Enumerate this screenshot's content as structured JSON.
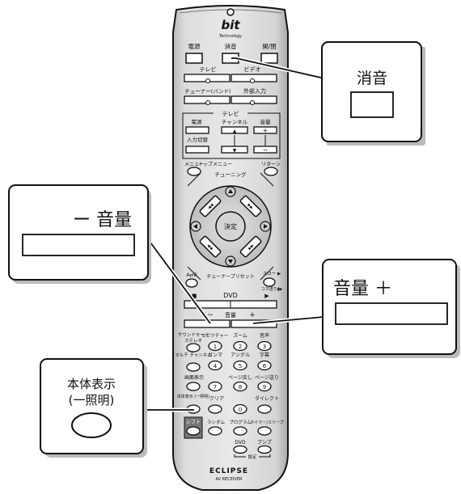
{
  "remote": {
    "brand_logo": "bit",
    "brand_sub": "Technology",
    "btn_power": "電源",
    "btn_mute": "消音",
    "btn_open_close": "開/閉",
    "btn_tv": "テレビ",
    "btn_video": "ビデオ",
    "btn_tuner_band": "チューナー(バンド)",
    "btn_external_input": "外部入力",
    "tv_section": "テレビ",
    "tv_power": "電源",
    "tv_channel": "チャンネル",
    "tv_volume": "音量",
    "tv_input_switch": "入力切替",
    "plus": "+",
    "minus": "−",
    "up_arrow": "▲",
    "down_arrow": "▼",
    "menu": "メニュー",
    "top_menu": "トップメニュー",
    "return": "リターン",
    "tuning": "チューニング",
    "enter": "決定",
    "a_to_b": "A⇄B",
    "tuner_preset": "チューナープリセット",
    "slow": "スロー ▶",
    "frame_advance": "コマ送り▮▶",
    "dvd": "DVD",
    "stop_icon": "■",
    "play_icon": "▶",
    "volume_label": "音量",
    "sound_mode": "サウンドモード",
    "stereo": "ステレオ",
    "s_picture": "S.ピクチャー",
    "zoom": "ズーム",
    "audio": "音声",
    "multi_channel": "マルチ チャンネル",
    "gamma": "ガンマ",
    "angle": "アングル",
    "subtitle": "字幕",
    "screen_display": "画面表示",
    "page_back": "ページ戻し",
    "page_forward": "ページ送り",
    "main_display": "本体表示 (一照明)",
    "clear": "クリア",
    "direct": "ダイレクト",
    "shift": "シフト",
    "random": "ランダム",
    "program": "プログラム",
    "timer_sleep": "タイマー/スリープ",
    "dvd_bottom": "DVD",
    "amp": "アンプ",
    "setting": "設定",
    "num": [
      "1",
      "2",
      "3",
      "4",
      "5",
      "6",
      "7",
      "8",
      "9",
      "0"
    ],
    "footer_brand": "ECLIPSE",
    "footer_model": "AV RECEIVER"
  },
  "callouts": {
    "mute_title": "消音",
    "volume_down_title": "ー 音量",
    "volume_up_title": "音量 ＋",
    "main_display_title": "本体表示",
    "main_display_sub": "(一照明)"
  }
}
